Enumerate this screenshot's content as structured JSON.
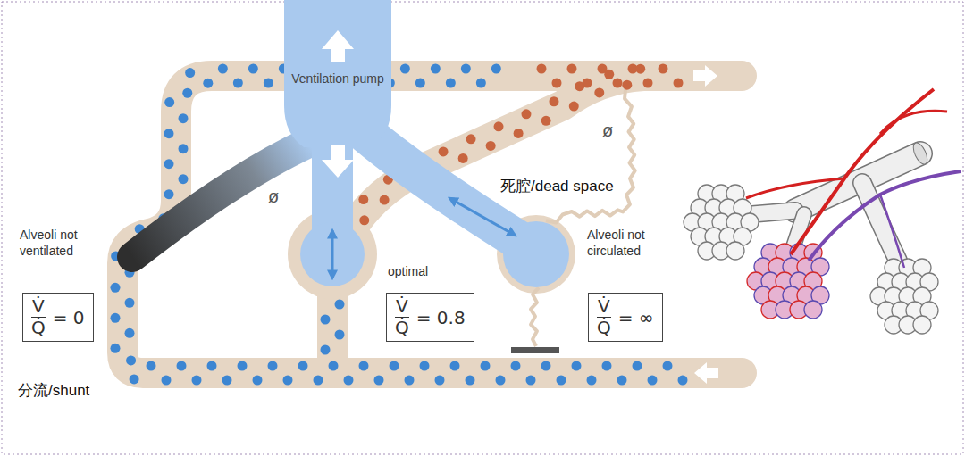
{
  "diagram": {
    "nodes": [
      {
        "text": [
          "V̇",
          "Q̇",
          "= 0"
        ]
      },
      {
        "text": [
          "V̇",
          "Q̇",
          "= 0.8"
        ]
      },
      {
        "text": [
          "V̇",
          "Q̇",
          "= ∞"
        ]
      }
    ],
    "labels": [
      "Ventilation pump",
      "Alveoli not ventilated",
      "optimal",
      "Alveoli not circulated",
      "死腔/dead space",
      "分流/shunt",
      "ø",
      "ø"
    ]
  }
}
